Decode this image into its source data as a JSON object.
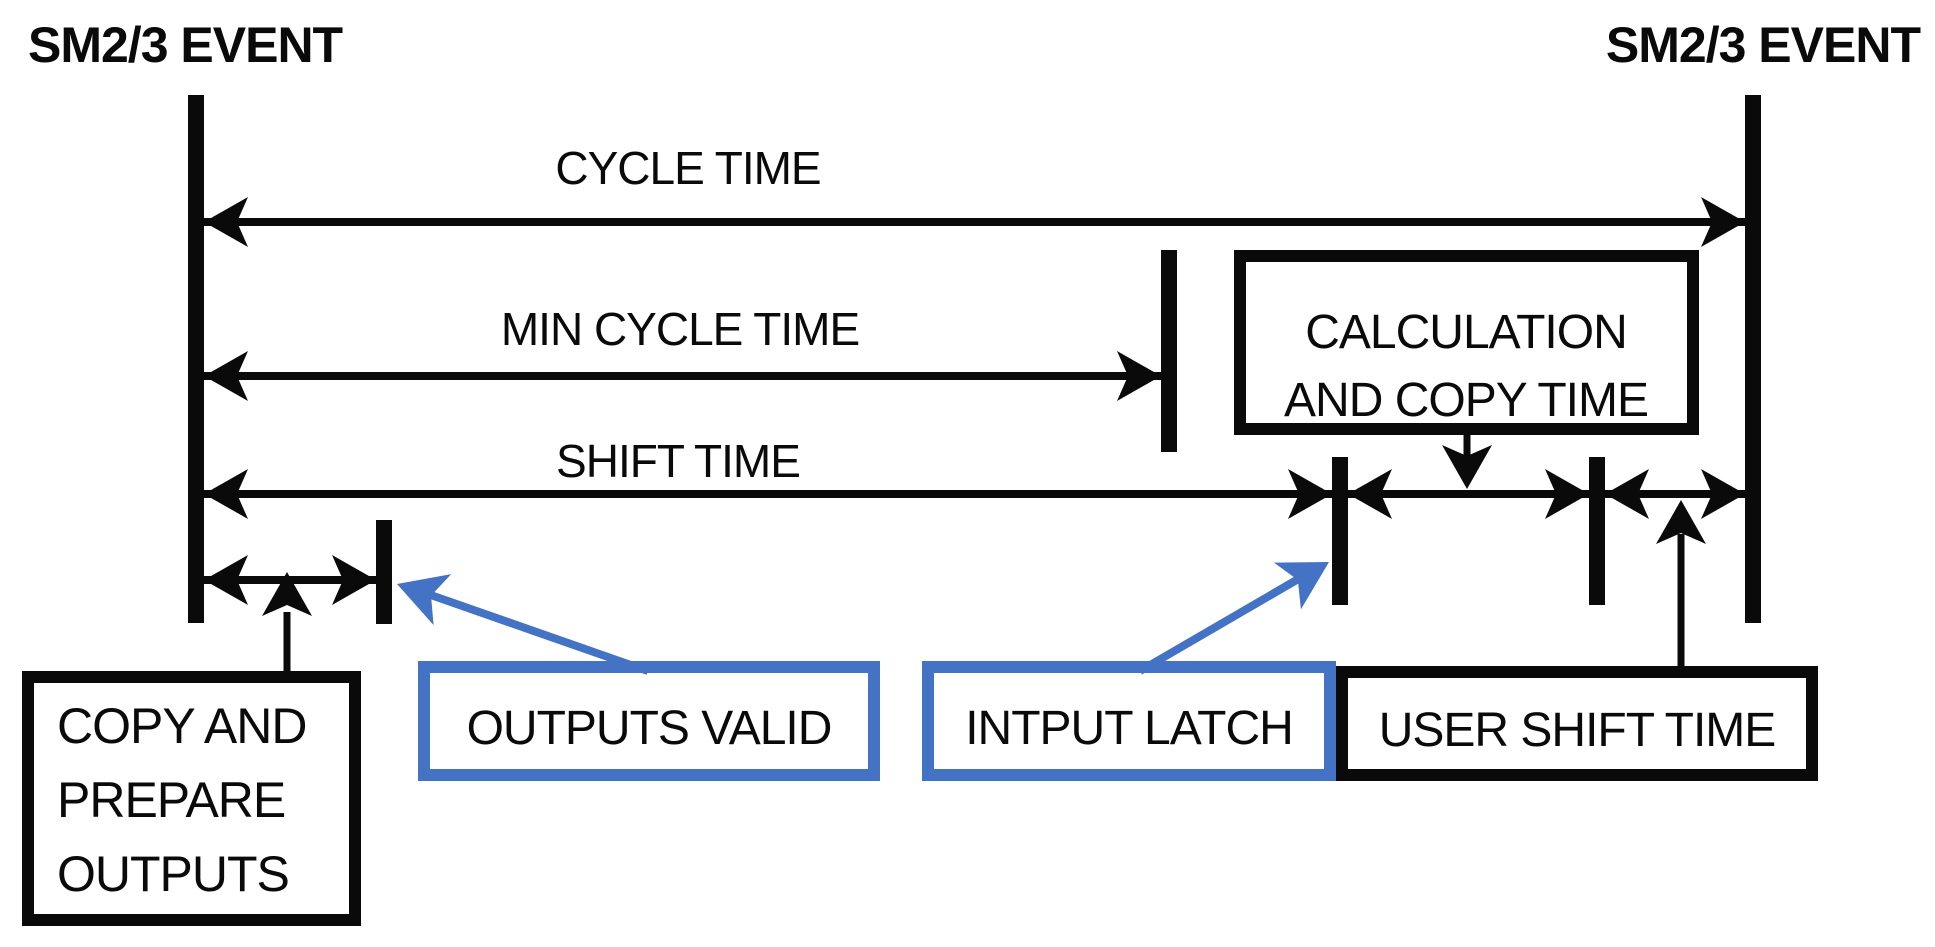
{
  "figure": {
    "event_label_left": "SM2/3 EVENT",
    "event_label_right": "SM2/3 EVENT",
    "spans": {
      "cycle_time": "CYCLE TIME",
      "min_cycle_time": "MIN CYCLE TIME",
      "shift_time": "SHIFT TIME"
    },
    "boxes": {
      "calculation": {
        "line1": "CALCULATION",
        "line2": "AND COPY TIME"
      },
      "copy_prepare": {
        "line1": "COPY AND",
        "line2": "PREPARE",
        "line3": "OUTPUTS"
      },
      "outputs_valid": "OUTPUTS VALID",
      "intput_latch": "INTPUT LATCH",
      "user_shift_time": "USER SHIFT TIME"
    },
    "colors": {
      "ink": "#0a0a0a",
      "accent_blue": "#4472c4",
      "background": "#ffffff"
    }
  }
}
